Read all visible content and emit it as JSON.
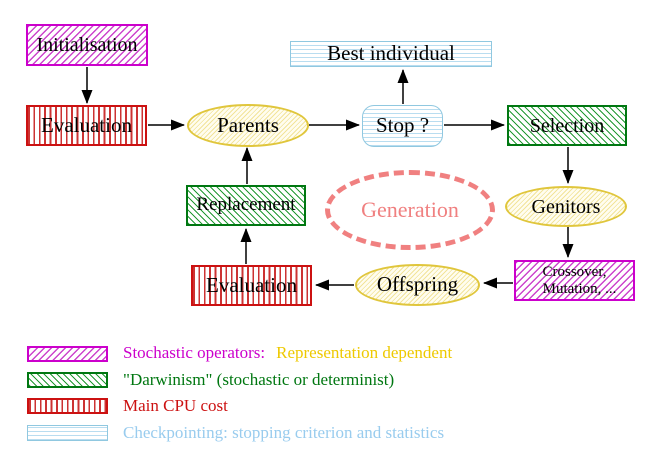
{
  "nodes": {
    "initialisation": "Initialisation",
    "evaluation_top": "Evaluation",
    "parents": "Parents",
    "best_individual": "Best individual",
    "stop": "Stop ?",
    "selection": "Selection",
    "replacement": "Replacement",
    "generation": "Generation",
    "genitors": "Genitors",
    "crossover_line1": "Crossover,",
    "crossover_line2": "Mutation, ...",
    "offspring": "Offspring",
    "evaluation_bottom": "Evaluation"
  },
  "legend": {
    "row1_a": "Stochastic operators:",
    "row1_b": "Representation dependent",
    "row2": "\"Darwinism\" (stochastic or determinist)",
    "row3": "Main CPU cost",
    "row4": "Checkpointing: stopping criterion and statistics"
  },
  "colors": {
    "magenta": "#CC00CC",
    "dark_green": "#007711",
    "crimson": "#CC1111",
    "light_blue": "#90C8E0",
    "light_blue_text": "#99CCEE",
    "gold_text": "#EEC900",
    "yellow_border": "#E0C63C",
    "salmon": "#F08080",
    "black": "#000000"
  }
}
